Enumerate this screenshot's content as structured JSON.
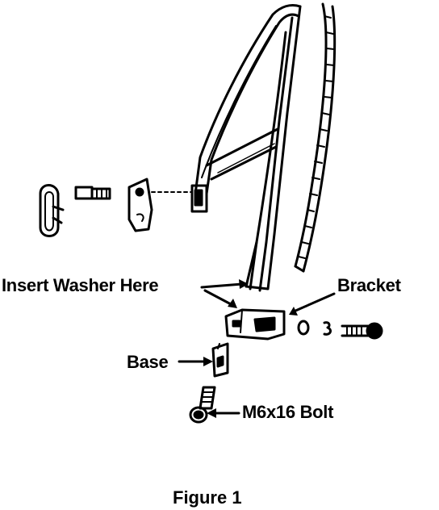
{
  "labels": {
    "insert_washer": "Insert Washer Here",
    "bracket": "Bracket",
    "base": "Base",
    "bolt": "M6x16 Bolt"
  },
  "caption": "Figure 1",
  "colors": {
    "ink": "#000000",
    "paper": "#ffffff"
  }
}
